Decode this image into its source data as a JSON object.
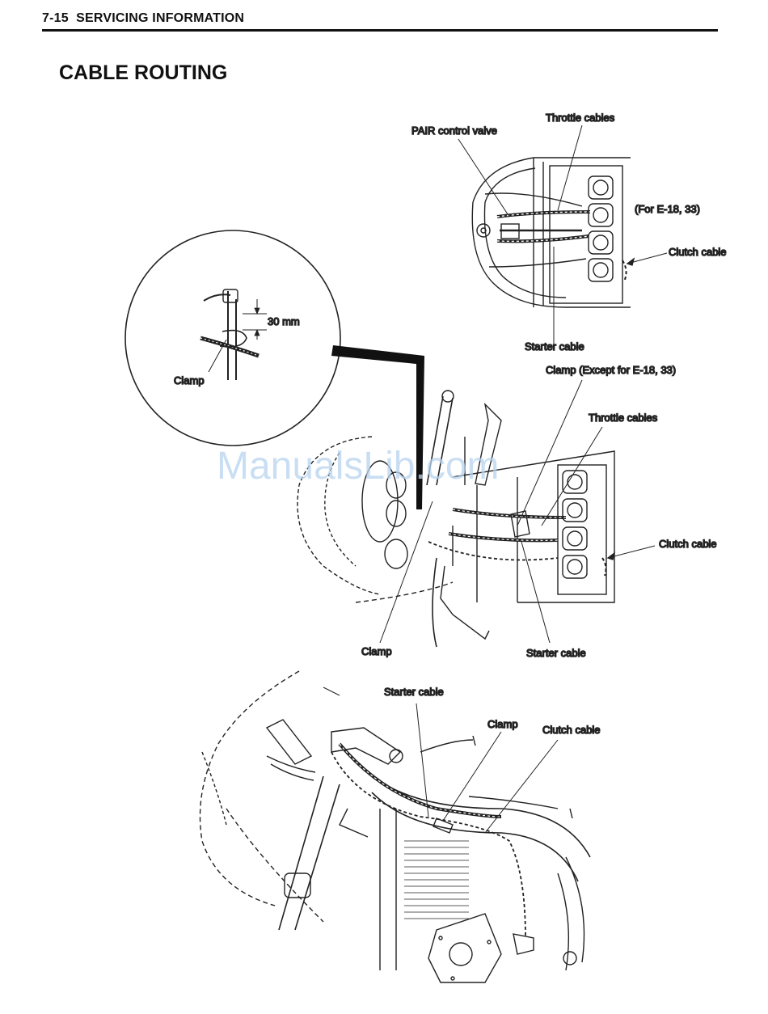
{
  "header": {
    "page_number": "7-15",
    "section": "SERVICING INFORMATION"
  },
  "title": "CABLE ROUTING",
  "watermark": "ManualsLib.com",
  "figure1": {
    "labels": {
      "throttle_cables": "Throttle cables",
      "pair_control_valve": "PAIR control valve",
      "for_e18_33": "(For E-18, 33)",
      "clutch_cable": "Clutch cable",
      "starter_cable": "Starter cable"
    }
  },
  "detail_circle": {
    "labels": {
      "dimension": "30 mm",
      "clamp": "Clamp"
    }
  },
  "figure2": {
    "labels": {
      "clamp_except": "Clamp (Except for E-18, 33)",
      "throttle_cables": "Throttle cables",
      "clutch_cable": "Clutch cable",
      "clamp": "Clamp",
      "starter_cable": "Starter cable"
    }
  },
  "figure3": {
    "labels": {
      "starter_cable": "Starter cable",
      "clamp": "Clamp",
      "clutch_cable": "Clutch cable"
    }
  }
}
